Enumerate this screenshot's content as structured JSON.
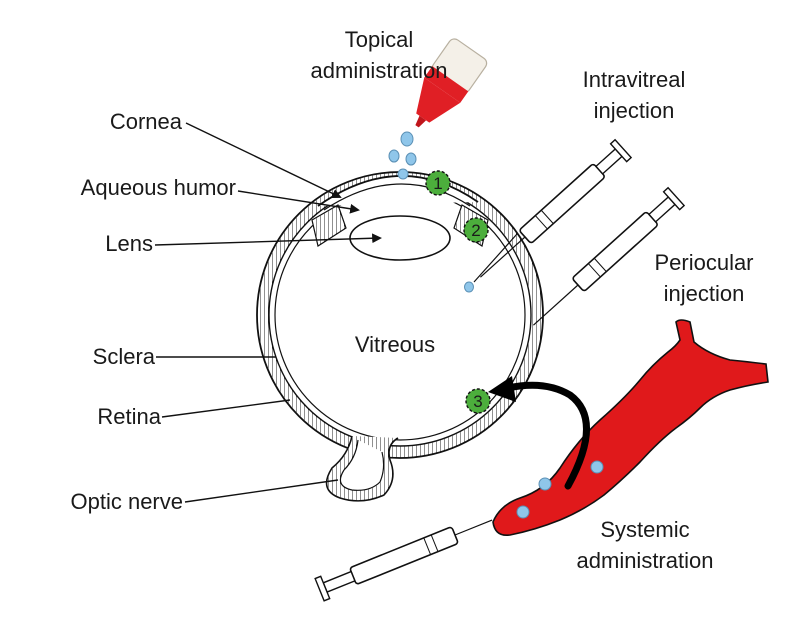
{
  "labels": {
    "topical_line1": "Topical",
    "topical_line2": "administration",
    "intravitreal_line1": "Intravitreal",
    "intravitreal_line2": "injection",
    "periocular_line1": "Periocular",
    "periocular_line2": "injection",
    "cornea": "Cornea",
    "aqueous_humor": "Aqueous humor",
    "lens": "Lens",
    "vitreous": "Vitreous",
    "sclera": "Sclera",
    "retina": "Retina",
    "optic_nerve": "Optic nerve",
    "systemic_line1": "Systemic",
    "systemic_line2": "administration"
  },
  "markers": [
    "1",
    "2",
    "3"
  ],
  "colors": {
    "marker_fill": "#4cae3c",
    "blood_vessel": "#e0191b",
    "dropper_tip": "#e01f25",
    "droplet": "#8fc6ea",
    "arrow": "#000000"
  },
  "icons": [
    "eye-drop-bottle-icon",
    "syringe-icon",
    "blood-vessel-icon",
    "curved-arrow-icon"
  ]
}
